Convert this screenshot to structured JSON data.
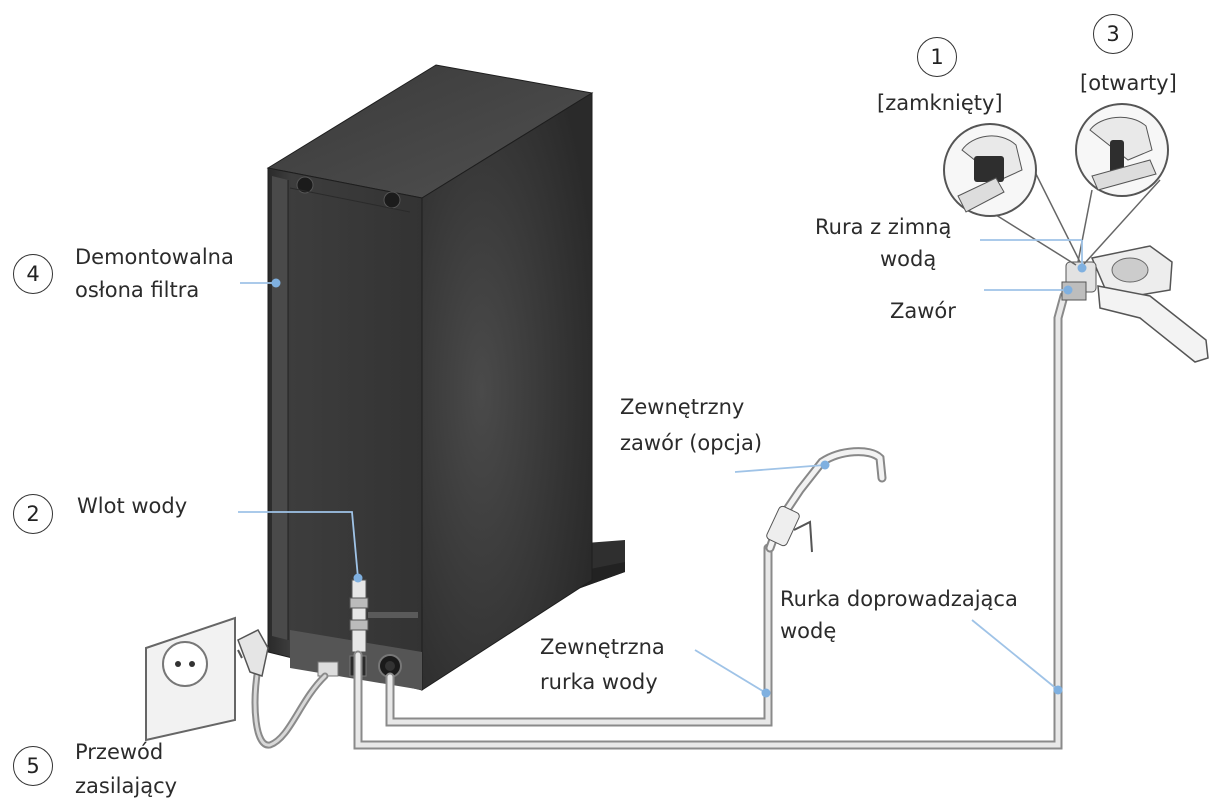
{
  "callouts": {
    "n1": "1",
    "n2": "2",
    "n3": "3",
    "n4": "4",
    "n5": "5"
  },
  "labels": {
    "closed": "[zamknięty]",
    "open": "[otwarty]",
    "cold_pipe_1": "Rura z zimną",
    "cold_pipe_2": "wodą",
    "valve": "Zawór",
    "filter_cover_1": "Demontowalna",
    "filter_cover_2": "osłona filtra",
    "ext_valve_1": "Zewnętrzny",
    "ext_valve_2": "zawór (opcja)",
    "water_inlet": "Wlot wody",
    "supply_tube_1": "Rurka doprowadzająca",
    "supply_tube_2": "wodę",
    "ext_tube_1": "Zewnętrzna",
    "ext_tube_2": "rurka wody",
    "power_cord_1": "Przewód",
    "power_cord_2": "zasilający"
  },
  "colors": {
    "leader_line": "#9fc3e7",
    "leader_dot": "#7fb0e0",
    "unit_front": "#3a3a3a",
    "unit_side": "#2e2e2e",
    "unit_top": "#4a4a4a",
    "tube": "#8a8a8a"
  }
}
